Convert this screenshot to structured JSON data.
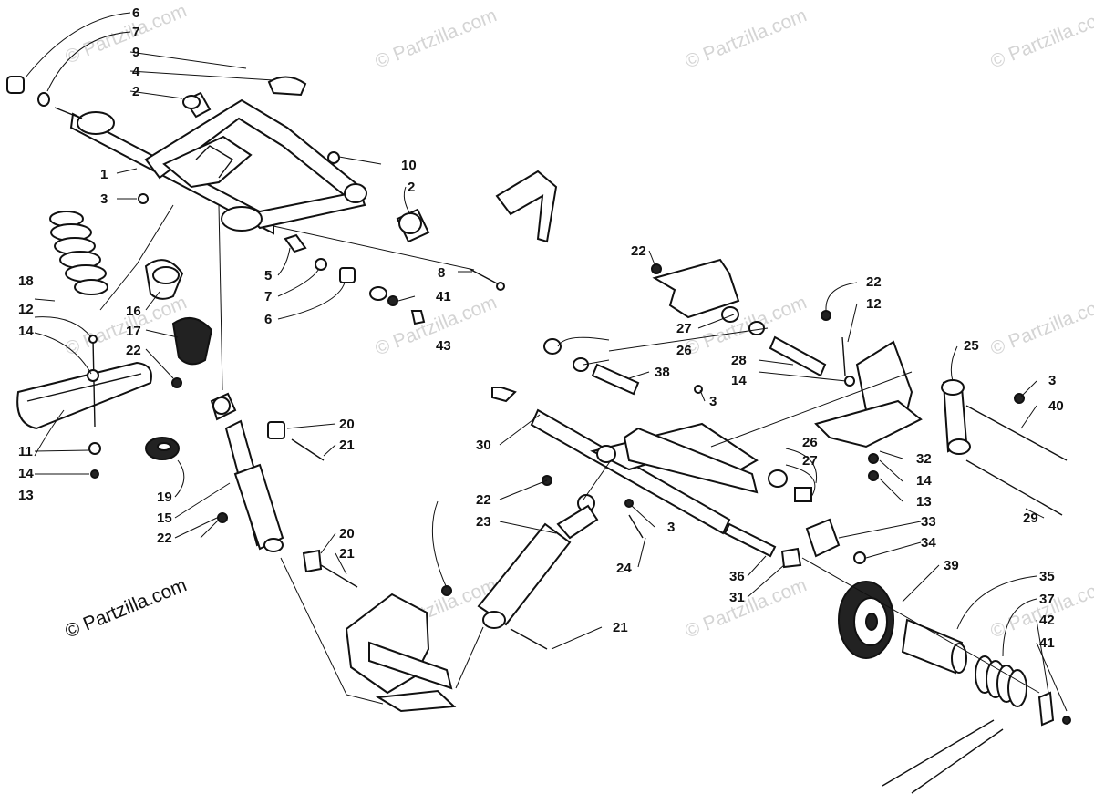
{
  "watermark": "© Partzilla.com",
  "credit": "© Partzilla.com",
  "callouts": [
    {
      "id": "c6a",
      "label": "6"
    },
    {
      "id": "c7a",
      "label": "7"
    },
    {
      "id": "c9",
      "label": "9"
    },
    {
      "id": "c4",
      "label": "4"
    },
    {
      "id": "c2a",
      "label": "2"
    },
    {
      "id": "c10",
      "label": "10"
    },
    {
      "id": "c1",
      "label": "1"
    },
    {
      "id": "c3a",
      "label": "3"
    },
    {
      "id": "c2b",
      "label": "2"
    },
    {
      "id": "c18",
      "label": "18"
    },
    {
      "id": "c5",
      "label": "5"
    },
    {
      "id": "c8",
      "label": "8"
    },
    {
      "id": "c7b",
      "label": "7"
    },
    {
      "id": "c41a",
      "label": "41"
    },
    {
      "id": "c6b",
      "label": "6"
    },
    {
      "id": "c43",
      "label": "43"
    },
    {
      "id": "c12a",
      "label": "12"
    },
    {
      "id": "c14a",
      "label": "14"
    },
    {
      "id": "c16",
      "label": "16"
    },
    {
      "id": "c17",
      "label": "17"
    },
    {
      "id": "c22a",
      "label": "22"
    },
    {
      "id": "c11",
      "label": "11"
    },
    {
      "id": "c14b",
      "label": "14"
    },
    {
      "id": "c13a",
      "label": "13"
    },
    {
      "id": "c20a",
      "label": "20"
    },
    {
      "id": "c21a",
      "label": "21"
    },
    {
      "id": "c19",
      "label": "19"
    },
    {
      "id": "c15",
      "label": "15"
    },
    {
      "id": "c22b",
      "label": "22"
    },
    {
      "id": "c20b",
      "label": "20"
    },
    {
      "id": "c21b",
      "label": "21"
    },
    {
      "id": "c22c",
      "label": "22"
    },
    {
      "id": "c22d",
      "label": "22"
    },
    {
      "id": "c12b",
      "label": "12"
    },
    {
      "id": "c27a",
      "label": "27"
    },
    {
      "id": "c26a",
      "label": "26"
    },
    {
      "id": "c28",
      "label": "28"
    },
    {
      "id": "c38",
      "label": "38"
    },
    {
      "id": "c14c",
      "label": "14"
    },
    {
      "id": "c25",
      "label": "25"
    },
    {
      "id": "c3b",
      "label": "3"
    },
    {
      "id": "c3c",
      "label": "3"
    },
    {
      "id": "c40",
      "label": "40"
    },
    {
      "id": "c30",
      "label": "30"
    },
    {
      "id": "c26b",
      "label": "26"
    },
    {
      "id": "c27b",
      "label": "27"
    },
    {
      "id": "c32",
      "label": "32"
    },
    {
      "id": "c14d",
      "label": "14"
    },
    {
      "id": "c13b",
      "label": "13"
    },
    {
      "id": "c22e",
      "label": "22"
    },
    {
      "id": "c23",
      "label": "23"
    },
    {
      "id": "c3d",
      "label": "3"
    },
    {
      "id": "c29",
      "label": "29"
    },
    {
      "id": "c22f",
      "label": "22"
    },
    {
      "id": "c24",
      "label": "24"
    },
    {
      "id": "c33",
      "label": "33"
    },
    {
      "id": "c34",
      "label": "34"
    },
    {
      "id": "c36",
      "label": "36"
    },
    {
      "id": "c31",
      "label": "31"
    },
    {
      "id": "c39",
      "label": "39"
    },
    {
      "id": "c35",
      "label": "35"
    },
    {
      "id": "c37",
      "label": "37"
    },
    {
      "id": "c42",
      "label": "42"
    },
    {
      "id": "c41b",
      "label": "41"
    },
    {
      "id": "c21c",
      "label": "21"
    }
  ]
}
